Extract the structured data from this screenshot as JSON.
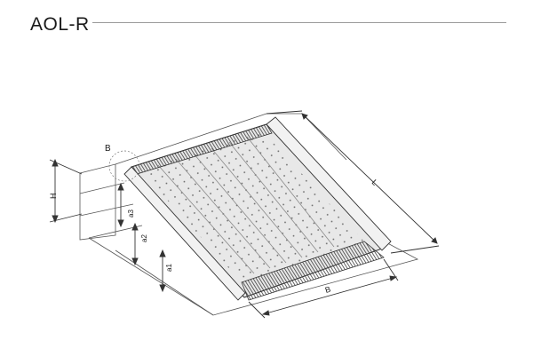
{
  "title": "AOL-R",
  "labels": {
    "detail": "B",
    "height": "H",
    "a3": "a3",
    "a2": "a2",
    "a1": "a1",
    "length": "L",
    "width": "B"
  },
  "colors": {
    "line": "#333333",
    "plate": "#e8e8e8",
    "plate_dark": "#5a5a5a",
    "rib": "#8a8a8a",
    "dot": "#666666"
  }
}
